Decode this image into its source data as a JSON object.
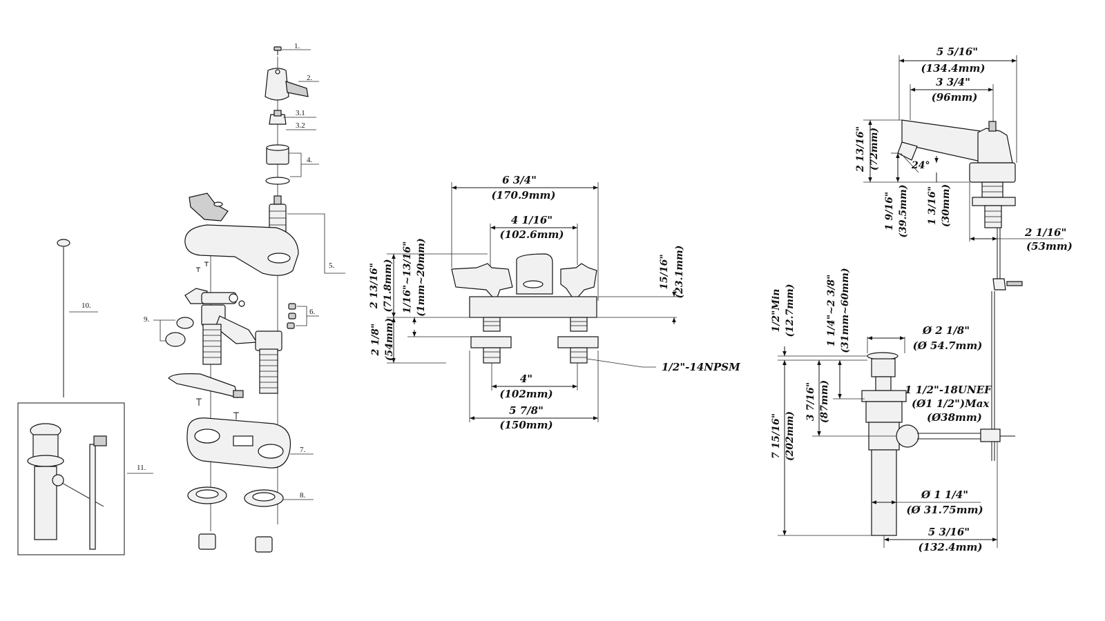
{
  "parts": [
    {
      "num": "1."
    },
    {
      "num": "2."
    },
    {
      "num": "3.1"
    },
    {
      "num": "3.2"
    },
    {
      "num": "4."
    },
    {
      "num": "5."
    },
    {
      "num": "6."
    },
    {
      "num": "7."
    },
    {
      "num": "8."
    },
    {
      "num": "9."
    },
    {
      "num": "10."
    },
    {
      "num": "11."
    }
  ],
  "front": {
    "width": {
      "in": "6 3/4\"",
      "mm": "(170.9mm)"
    },
    "handle_spacing": {
      "in": "4 1/16\"",
      "mm": "(102.6mm)"
    },
    "height": {
      "in": "2 13/16\"",
      "mm": "(71.8mm)"
    },
    "deck_range": {
      "in": "1/16\"~13/16\"",
      "mm": "(1mm~20mm)"
    },
    "shank_length": {
      "in": "2 1/8\"",
      "mm": "(54mm)"
    },
    "spout_height": {
      "in": "15/16\"",
      "mm": "(23.1mm)"
    },
    "thread": "1/2\"-14NPSM",
    "centers": {
      "in": "4\"",
      "mm": "(102mm)"
    },
    "base_width": {
      "in": "5 7/8\"",
      "mm": "(150mm)"
    }
  },
  "side": {
    "overall": {
      "in": "5 5/16\"",
      "mm": "(134.4mm)"
    },
    "spout_reach": {
      "in": "3 3/4\"",
      "mm": "(96mm)"
    },
    "height": {
      "in": "2 13/16\"",
      "mm": "(72mm)"
    },
    "angle": "24°",
    "spout_clear": {
      "in": "1 9/16\"",
      "mm": "(39.5mm)"
    },
    "base_height": {
      "in": "1 3/16\"",
      "mm": "(30mm)"
    },
    "shank_offset": {
      "in": "2 1/16\"",
      "mm": "(53mm)"
    }
  },
  "drain": {
    "min": {
      "in": "1/2\"Min",
      "mm": "(12.7mm)"
    },
    "range": {
      "in": "1 1/4\"~2 3/8\"",
      "mm": "(31mm~60mm)"
    },
    "flange_dia": {
      "in": "Ø 2 1/8\"",
      "mm": "(Ø 54.7mm)"
    },
    "thread": "1 1/2\"-18UNEF",
    "max": "(Ø1 1/2\")Max",
    "max_mm": "(Ø38mm)",
    "depth": {
      "in": "3 7/16\"",
      "mm": "(87mm)"
    },
    "total": {
      "in": "7 15/16\"",
      "mm": "(202mm)"
    },
    "tail_dia": {
      "in": "Ø 1 1/4\"",
      "mm": "(Ø 31.75mm)"
    },
    "offset": {
      "in": "5 3/16\"",
      "mm": "(132.4mm)"
    }
  }
}
